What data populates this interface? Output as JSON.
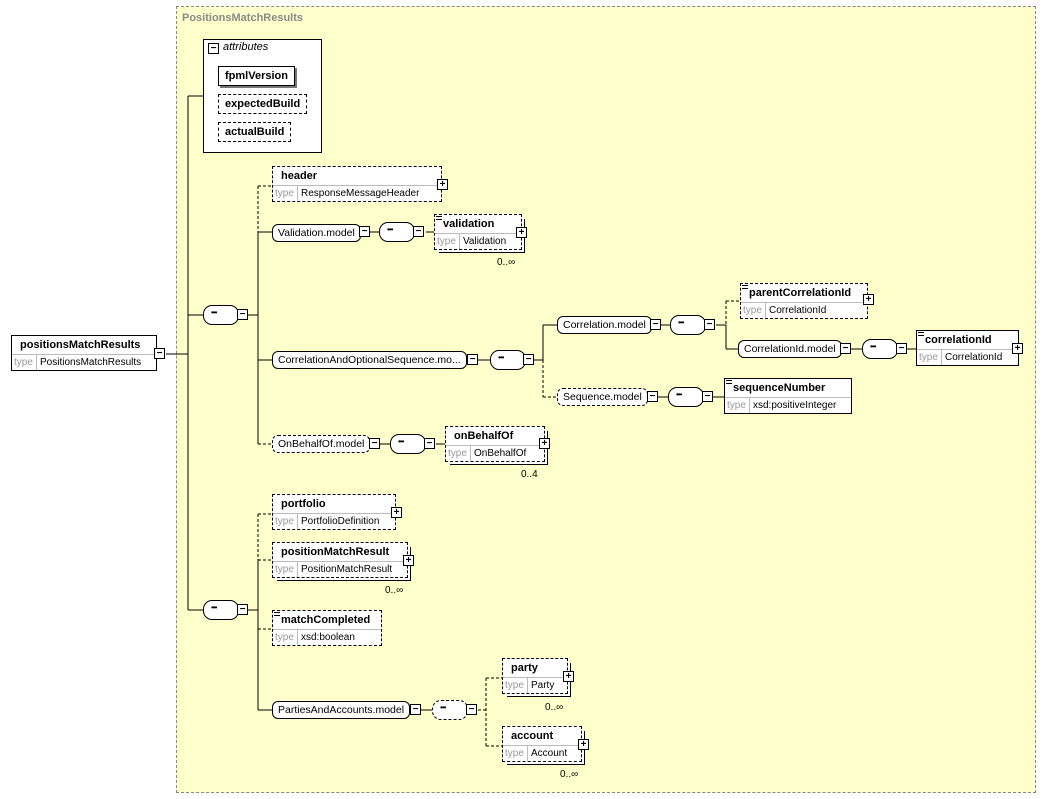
{
  "group_title": "PositionsMatchResults",
  "attributes_label": "attributes",
  "attributes": [
    "fpmlVersion",
    "expectedBuild",
    "actualBuild"
  ],
  "root": {
    "name": "positionsMatchResults",
    "type": "PositionsMatchResults"
  },
  "type_label": "type",
  "elements": {
    "header": {
      "name": "header",
      "type": "ResponseMessageHeader"
    },
    "validation": {
      "name": "validation",
      "type": "Validation",
      "card": "0..∞"
    },
    "parentCorrelationId": {
      "name": "parentCorrelationId",
      "type": "CorrelationId"
    },
    "correlationId": {
      "name": "correlationId",
      "type": "CorrelationId"
    },
    "sequenceNumber": {
      "name": "sequenceNumber",
      "type": "xsd:positiveInteger"
    },
    "onBehalfOf": {
      "name": "onBehalfOf",
      "type": "OnBehalfOf",
      "card": "0..4"
    },
    "portfolio": {
      "name": "portfolio",
      "type": "PortfolioDefinition"
    },
    "positionMatchResult": {
      "name": "positionMatchResult",
      "type": "PositionMatchResult",
      "card": "0..∞"
    },
    "matchCompleted": {
      "name": "matchCompleted",
      "type": "xsd:boolean"
    },
    "party": {
      "name": "party",
      "type": "Party",
      "card": "0..∞"
    },
    "account": {
      "name": "account",
      "type": "Account",
      "card": "0..∞"
    }
  },
  "models": {
    "validation": "Validation.model",
    "corrSeq": "CorrelationAndOptionalSequence.mo...",
    "correlation": "Correlation.model",
    "correlationId": "CorrelationId.model",
    "sequence": "Sequence.model",
    "onBehalfOf": "OnBehalfOf.model",
    "parties": "PartiesAndAccounts.model"
  },
  "symbols": {
    "minus": "−",
    "plus": "+",
    "seq": "•••"
  }
}
